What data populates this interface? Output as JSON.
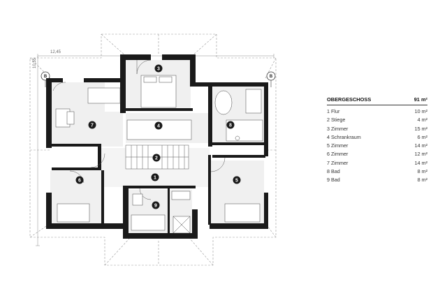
{
  "dimensions": {
    "width_label": "12,45",
    "depth_label": "10,55"
  },
  "section_marker": "B",
  "legend": {
    "title": "OBERGESCHOSS",
    "total": "91 m²",
    "rooms": [
      {
        "num": "1",
        "name": "1 Flur",
        "area": "10 m²"
      },
      {
        "num": "2",
        "name": "2 Stiege",
        "area": "4 m²"
      },
      {
        "num": "3",
        "name": "3 Zimmer",
        "area": "15 m²"
      },
      {
        "num": "4",
        "name": "4 Schrankraum",
        "area": "6 m²"
      },
      {
        "num": "5",
        "name": "5 Zimmer",
        "area": "14 m²"
      },
      {
        "num": "6",
        "name": "6 Zimmer",
        "area": "12 m²"
      },
      {
        "num": "7",
        "name": "7 Zimmer",
        "area": "14 m²"
      },
      {
        "num": "8",
        "name": "8 Bad",
        "area": "8 m²"
      },
      {
        "num": "9",
        "name": "9 Bad",
        "area": "8 m²"
      }
    ]
  }
}
